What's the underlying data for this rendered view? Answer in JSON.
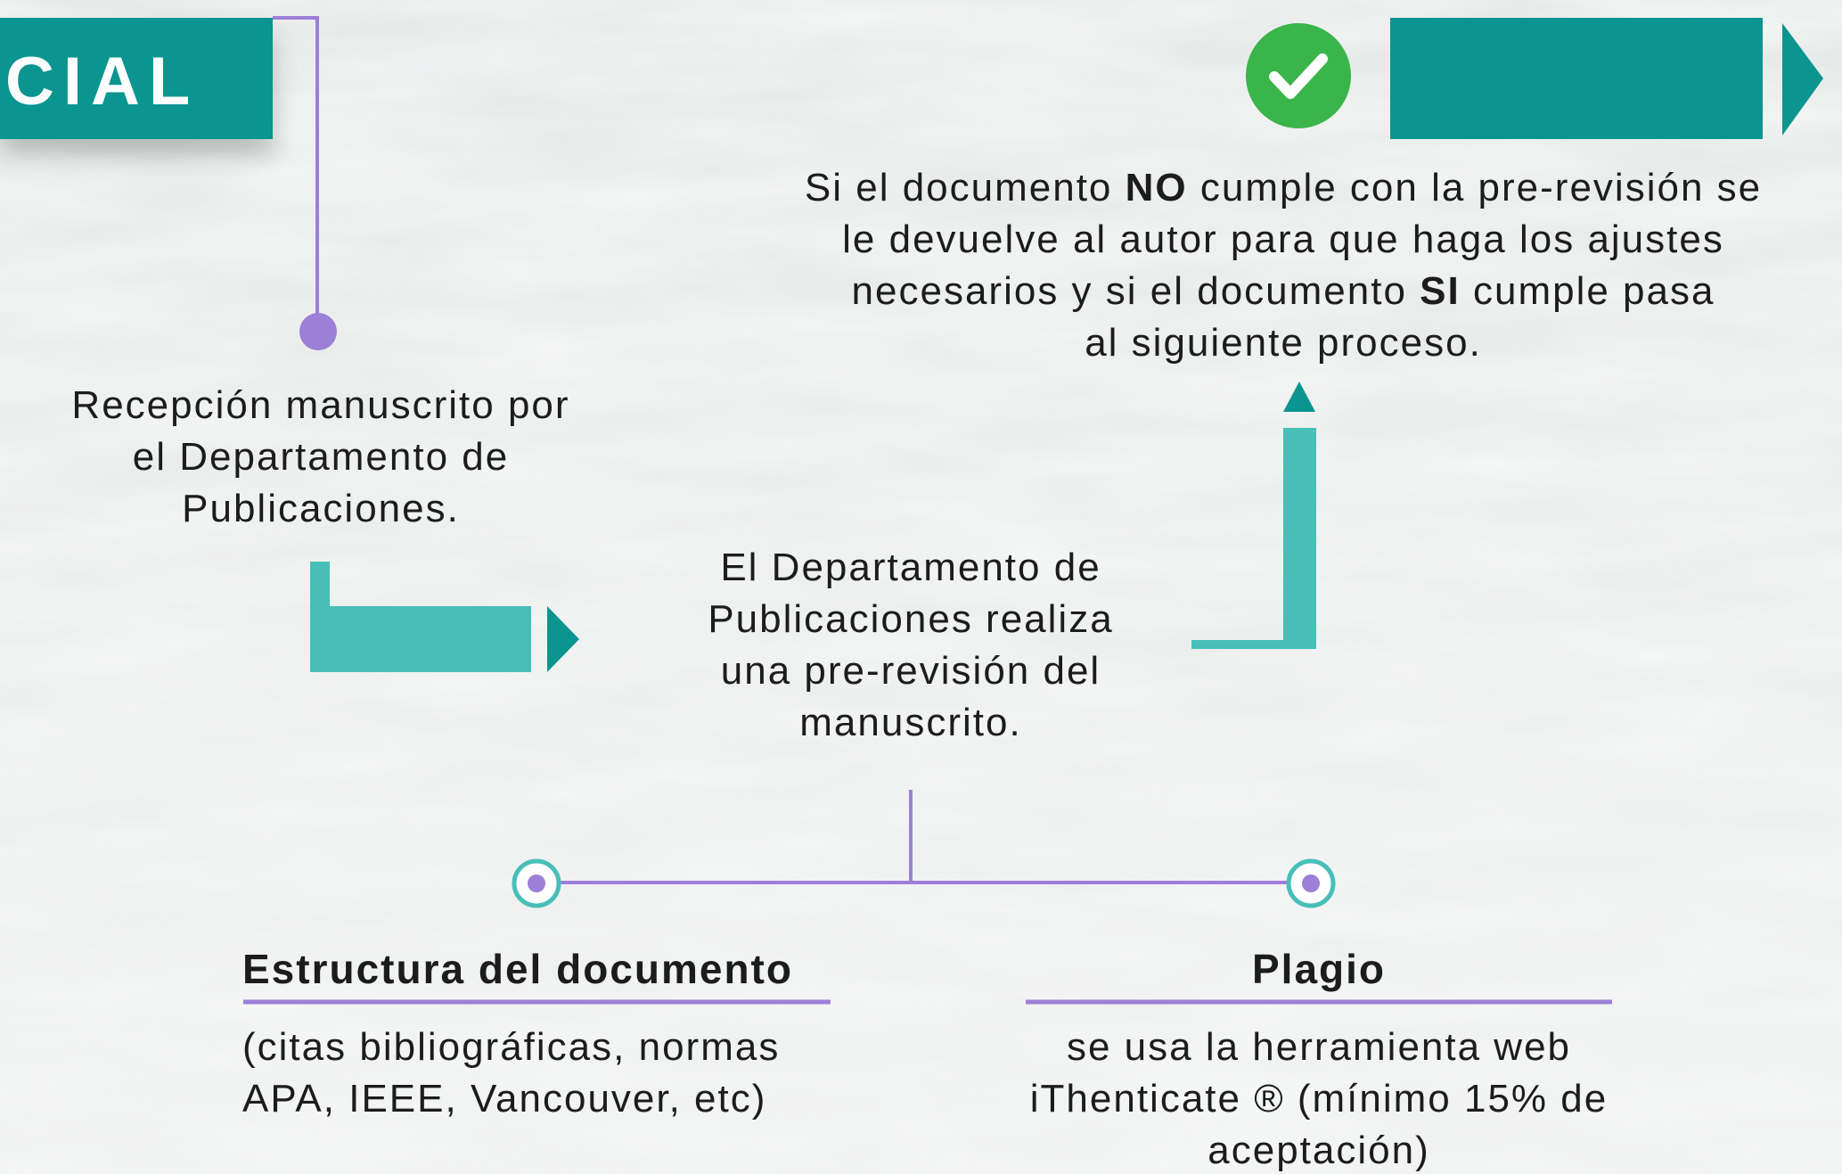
{
  "header": {
    "title_fragment": "CIAL",
    "check_icon": "check-circle-icon",
    "colors": {
      "teal_dark": "#0a9590",
      "teal_light": "#47bfb8",
      "purple": "#9c7fd6",
      "green": "#3ab54a"
    }
  },
  "steps": {
    "reception": {
      "lines": [
        "Recepción manuscrito por",
        "el Departamento de",
        "Publicaciones."
      ]
    },
    "prereview": {
      "lines": [
        "El Departamento de",
        "Publicaciones realiza",
        "una pre-revisión del",
        "manuscrito."
      ]
    },
    "decision": {
      "line1_before": "Si el documento ",
      "line1_bold": "NO",
      "line1_after": " cumple con la pre-revisión se",
      "line2": "le devuelve al autor para que haga los ajustes",
      "line3_before": "necesarios y si el documento ",
      "line3_bold": "SI",
      "line3_after": " cumple pasa",
      "line4": "al siguiente proceso."
    }
  },
  "branches": {
    "structure": {
      "title": "Estructura del documento",
      "lines": [
        "(citas bibliográficas, normas",
        "APA, IEEE, Vancouver, etc)"
      ]
    },
    "plagiarism": {
      "title": "Plagio",
      "lines": [
        "se usa la herramienta web",
        "iThenticate ® (mínimo 15% de",
        "aceptación)"
      ]
    }
  }
}
